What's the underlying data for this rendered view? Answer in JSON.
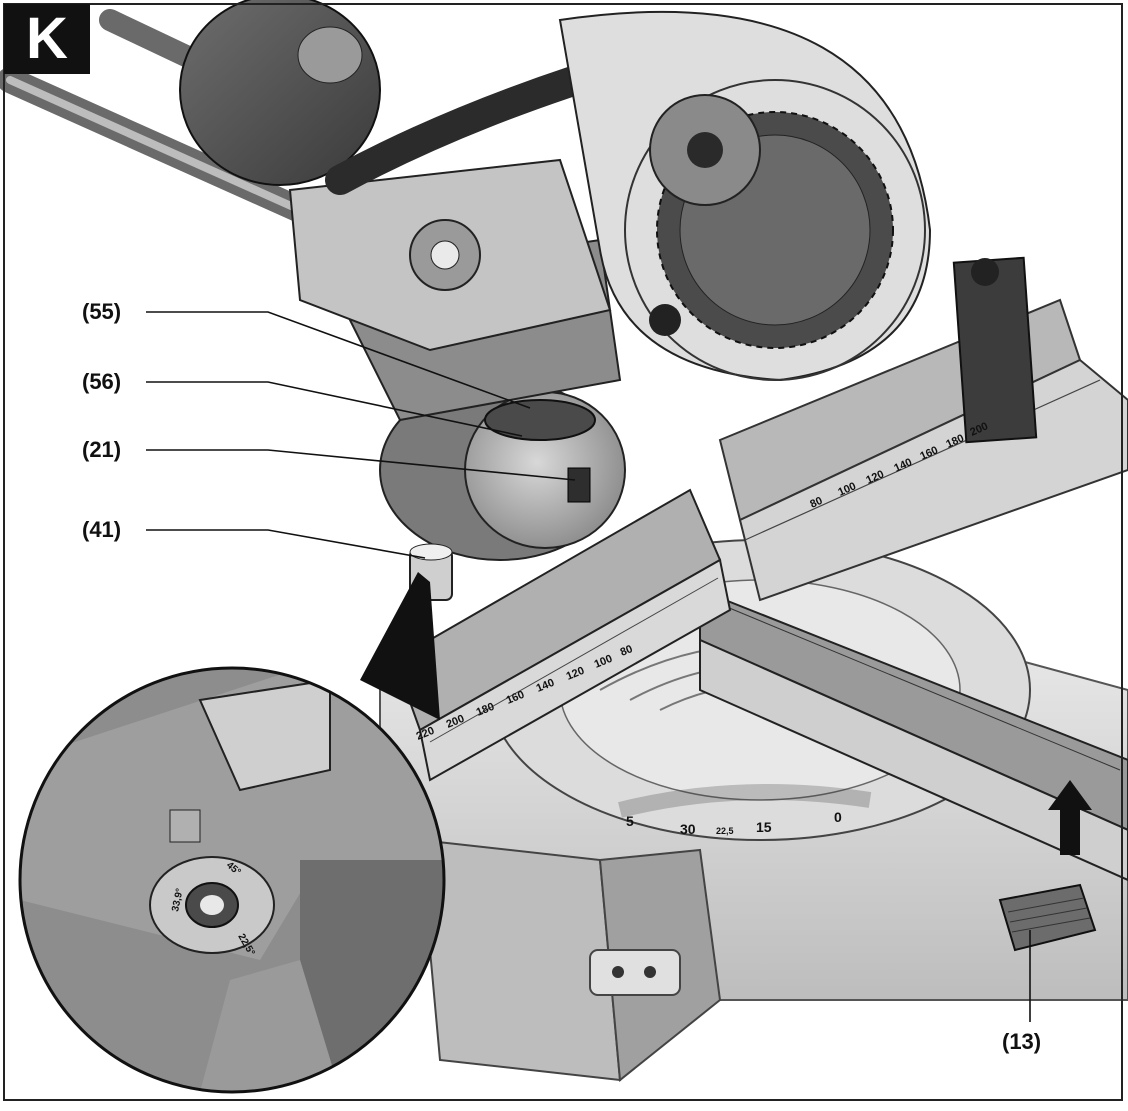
{
  "figure": {
    "letter": "K"
  },
  "callouts": [
    {
      "id": "55",
      "label": "(55)"
    },
    {
      "id": "56",
      "label": "(56)"
    },
    {
      "id": "21",
      "label": "(21)"
    },
    {
      "id": "41",
      "label": "(41)"
    },
    {
      "id": "13",
      "label": "(13)"
    }
  ],
  "scales": {
    "front_fence": [
      "220",
      "200",
      "180",
      "160",
      "140",
      "120",
      "100",
      "80"
    ],
    "rear_fence": [
      "80",
      "100",
      "120",
      "140",
      "160",
      "180",
      "200"
    ],
    "mitre": [
      "5",
      "30",
      "22,5",
      "15",
      "0"
    ],
    "stop_knob": [
      "33,9°",
      "45°",
      "22,5°"
    ]
  },
  "colors": {
    "ink": "#111111",
    "metal_dark": "#5a5a5a",
    "metal_mid": "#8c8c8c",
    "metal_light": "#c8c8c8",
    "base": "#e6e6e6"
  }
}
